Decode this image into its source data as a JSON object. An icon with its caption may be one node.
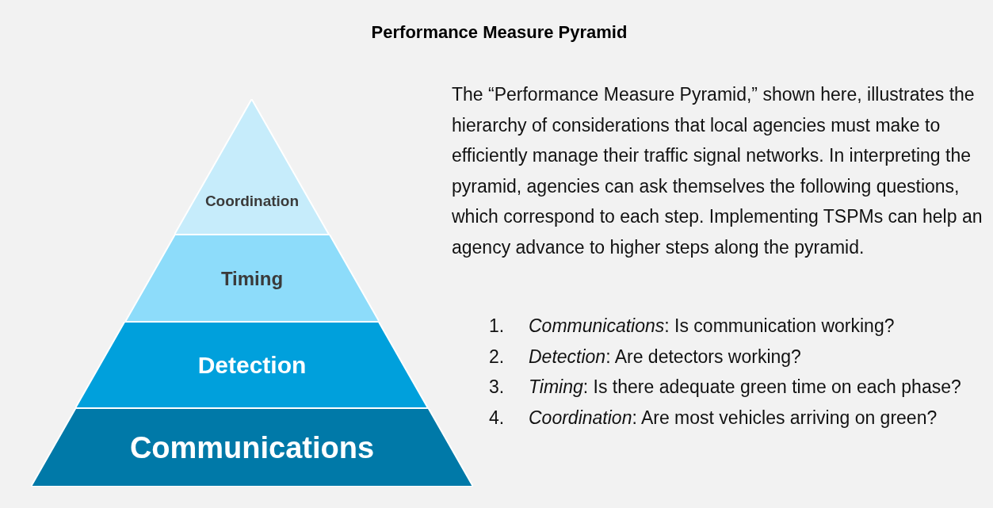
{
  "diagram": {
    "title": "Performance Measure Pyramid",
    "nodes": [
      {
        "text": [
          "Coordination"
        ]
      },
      {
        "text": [
          "Timing"
        ]
      },
      {
        "text": [
          "Detection"
        ]
      },
      {
        "text": [
          "Communications"
        ]
      }
    ],
    "labels": [
      "The “Performance Measure Pyramid,” shown here, illustrates the hierarchy of considerations that local agencies must make to efficiently manage their traffic signal networks. In interpreting the pyramid, agencies can ask themselves the following questions, which correspond to each step. Implementing TSPMs can help an agency advance to higher steps along the pyramid.",
      "1.",
      "*Communications*: Is communication working?",
      "2.",
      "*Detection*: Are detectors working?",
      "3.",
      "*Timing*: Is there adequate green time on each phase?",
      "4.",
      "*Coordination*: Are most vehicles arriving on green?"
    ]
  }
}
